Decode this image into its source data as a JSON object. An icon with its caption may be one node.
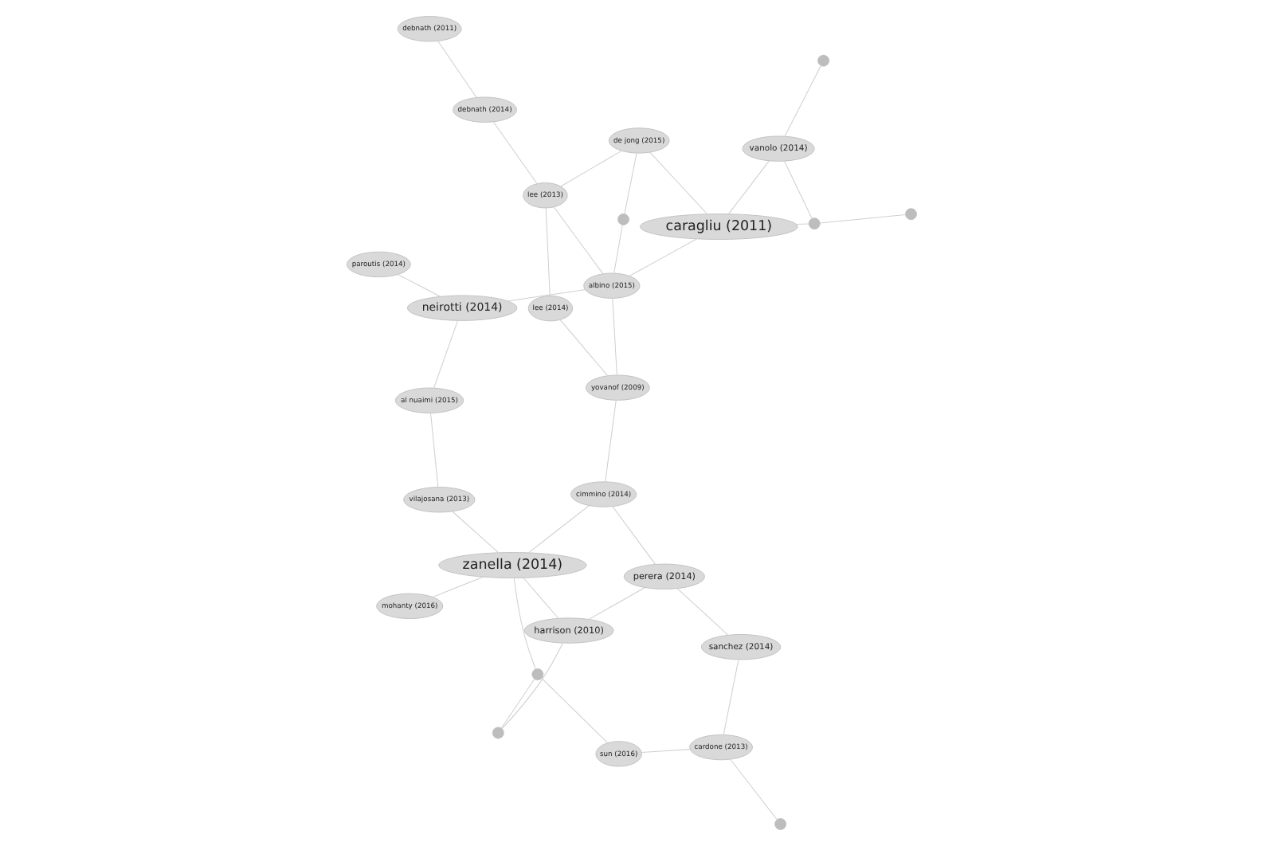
{
  "diagram": {
    "nodes": [
      {
        "text": [
          "paroutis (2014)"
        ]
      },
      {
        "text": [
          "neirotti (2014)"
        ]
      },
      {
        "text": [
          "al nuaimi (2015)"
        ]
      },
      {
        "text": [
          "vilajosana (2013)"
        ]
      },
      {
        "text": [
          "zanella (2014)"
        ]
      },
      {
        "text": [
          "mohanty (2016)"
        ]
      },
      {
        "text": [
          "harrison (2010)"
        ]
      },
      {
        "text": [
          "cimmino (2014)"
        ]
      },
      {
        "text": [
          "perera (2014)"
        ]
      },
      {
        "text": [
          "sun (2016)"
        ]
      },
      {
        "text": [
          "cardone (2013)"
        ]
      },
      {
        "text": [
          "sanchez (2014)"
        ]
      },
      {
        "text": [
          "albino (2015)"
        ]
      },
      {
        "text": [
          "caragliu (2011)"
        ]
      },
      {
        "text": [
          "vanolo (2014)"
        ]
      },
      {
        "text": [
          "de jong (2015)"
        ]
      },
      {
        "text": [
          "yovanof (2009)"
        ]
      },
      {
        "text": [
          "lee (2014)"
        ]
      },
      {
        "text": [
          "lee (2013)"
        ]
      },
      {
        "text": [
          "debnath (2014)"
        ]
      },
      {
        "text": [
          "debnath (2011)"
        ]
      },
      {
        "text": [],
        "shape": "circle"
      },
      {
        "text": [],
        "shape": "circle"
      },
      {
        "text": [],
        "shape": "circle"
      },
      {
        "text": [],
        "shape": "circle"
      },
      {
        "text": [],
        "shape": "circle"
      },
      {
        "text": [],
        "shape": "circle"
      },
      {
        "text": [],
        "shape": "circle"
      }
    ],
    "edges": [
      {
        "from": 0,
        "to": 1,
        "arrow": "none"
      },
      {
        "from": 1,
        "to": 2,
        "arrow": "none"
      },
      {
        "from": 2,
        "to": 3,
        "arrow": "none"
      },
      {
        "from": 3,
        "to": 4,
        "arrow": "none"
      },
      {
        "from": 1,
        "to": 12,
        "arrow": "none"
      },
      {
        "from": 4,
        "to": 5,
        "arrow": "none"
      },
      {
        "from": 4,
        "to": 6,
        "arrow": "none"
      },
      {
        "from": 4,
        "to": 21,
        "arrow": "none"
      },
      {
        "from": 21,
        "to": 22,
        "arrow": "none"
      },
      {
        "from": 22,
        "to": 6,
        "arrow": "none"
      },
      {
        "from": 4,
        "to": 7,
        "arrow": "none"
      },
      {
        "from": 6,
        "to": 8,
        "arrow": "none"
      },
      {
        "from": 8,
        "to": 11,
        "arrow": "none"
      },
      {
        "from": 21,
        "to": 9,
        "arrow": "none"
      },
      {
        "from": 9,
        "to": 10,
        "arrow": "none"
      },
      {
        "from": 23,
        "to": 10,
        "arrow": "none"
      },
      {
        "from": 10,
        "to": 11,
        "arrow": "none"
      },
      {
        "from": 8,
        "to": 7,
        "arrow": "none"
      },
      {
        "from": 7,
        "to": 16,
        "arrow": "none"
      },
      {
        "from": 16,
        "to": 12,
        "arrow": "none"
      },
      {
        "from": 16,
        "to": 17,
        "arrow": "none"
      },
      {
        "from": 17,
        "to": 18,
        "arrow": "none"
      },
      {
        "from": 18,
        "to": 19,
        "arrow": "none"
      },
      {
        "from": 19,
        "to": 20,
        "arrow": "none"
      },
      {
        "from": 12,
        "to": 18,
        "arrow": "none"
      },
      {
        "from": 12,
        "to": 13,
        "arrow": "none"
      },
      {
        "from": 12,
        "to": 26,
        "arrow": "none"
      },
      {
        "from": 26,
        "to": 15,
        "arrow": "none"
      },
      {
        "from": 15,
        "to": 13,
        "arrow": "none"
      },
      {
        "from": 15,
        "to": 18,
        "arrow": "none"
      },
      {
        "from": 13,
        "to": 14,
        "arrow": "none"
      },
      {
        "from": 13,
        "to": 25,
        "arrow": "none"
      },
      {
        "from": 25,
        "to": 24,
        "arrow": "none"
      },
      {
        "from": 14,
        "to": 27,
        "arrow": "none"
      },
      {
        "from": 14,
        "to": 25,
        "arrow": "none"
      }
    ]
  }
}
